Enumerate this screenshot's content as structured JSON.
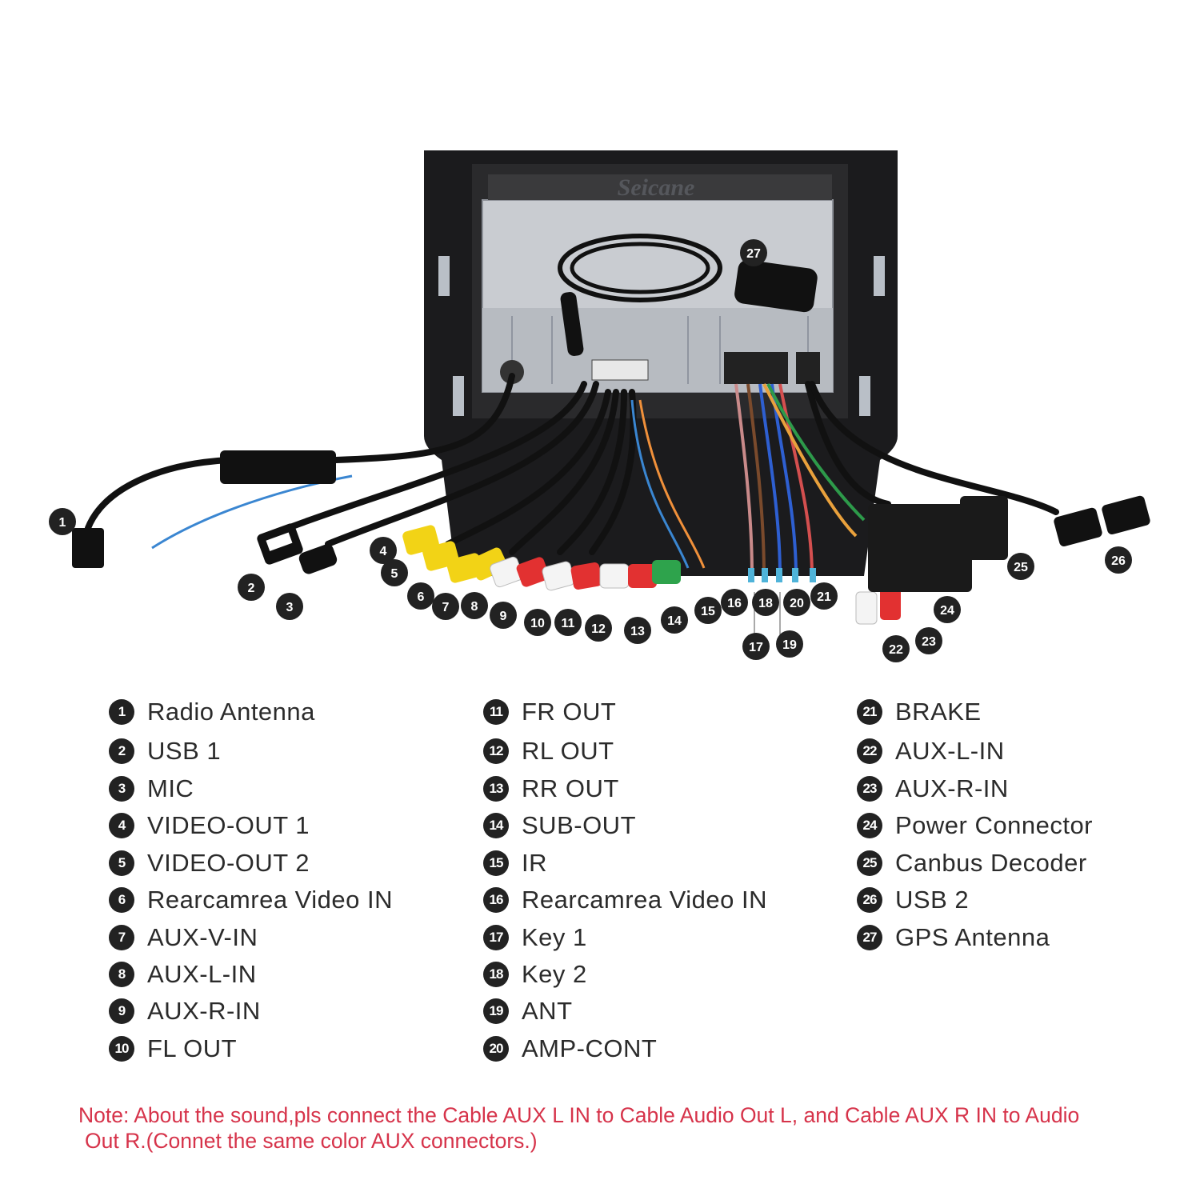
{
  "brand": "Seicane",
  "diagram_markers": [
    "1",
    "2",
    "3",
    "4",
    "5",
    "6",
    "7",
    "8",
    "9",
    "10",
    "11",
    "12",
    "13",
    "14",
    "15",
    "16",
    "17",
    "18",
    "19",
    "20",
    "21",
    "22",
    "23",
    "24",
    "25",
    "26",
    "27"
  ],
  "legend": {
    "columns": [
      [
        {
          "num": "1",
          "label": "Radio Antenna"
        },
        {
          "num": "2",
          "label": "USB 1"
        },
        {
          "num": "3",
          "label": "MIC"
        },
        {
          "num": "4",
          "label": "VIDEO-OUT 1"
        },
        {
          "num": "5",
          "label": "VIDEO-OUT 2"
        },
        {
          "num": "6",
          "label": "Rearcamrea Video IN"
        },
        {
          "num": "7",
          "label": "AUX-V-IN"
        },
        {
          "num": "8",
          "label": "AUX-L-IN"
        },
        {
          "num": "9",
          "label": "AUX-R-IN"
        },
        {
          "num": "10",
          "label": "FL OUT"
        }
      ],
      [
        {
          "num": "11",
          "label": "FR OUT"
        },
        {
          "num": "12",
          "label": "RL OUT"
        },
        {
          "num": "13",
          "label": "RR OUT"
        },
        {
          "num": "14",
          "label": "SUB-OUT"
        },
        {
          "num": "15",
          "label": "IR"
        },
        {
          "num": "16",
          "label": "Rearcamrea Video IN"
        },
        {
          "num": "17",
          "label": "Key 1"
        },
        {
          "num": "18",
          "label": "Key 2"
        },
        {
          "num": "19",
          "label": "ANT"
        },
        {
          "num": "20",
          "label": "AMP-CONT"
        }
      ],
      [
        {
          "num": "21",
          "label": "BRAKE"
        },
        {
          "num": "22",
          "label": "AUX-L-IN"
        },
        {
          "num": "23",
          "label": "AUX-R-IN"
        },
        {
          "num": "24",
          "label": "Power Connector"
        },
        {
          "num": "25",
          "label": "Canbus Decoder"
        },
        {
          "num": "26",
          "label": "USB 2"
        },
        {
          "num": "27",
          "label": "GPS Antenna"
        }
      ]
    ]
  },
  "note": {
    "line1": "Note: About the sound,pls connect the Cable AUX L IN to Cable Audio Out L, and Cable AUX R IN to Audio",
    "line2": "Out R.(Connet the same color AUX connectors.)"
  }
}
